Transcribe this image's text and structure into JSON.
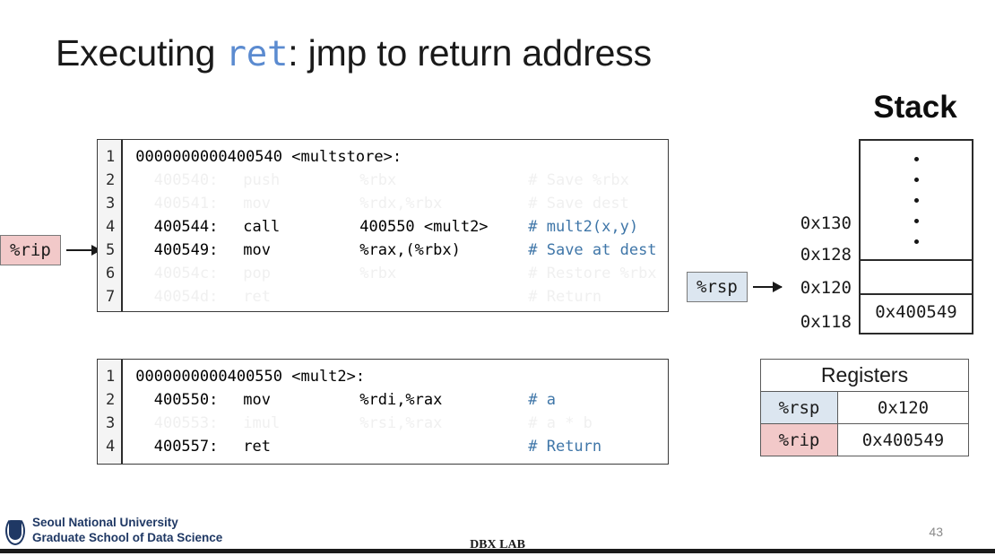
{
  "slide": {
    "title_prefix": "Executing ",
    "title_mono": "ret",
    "title_suffix": ": jmp to return address",
    "page_number": "43"
  },
  "code_blocks": [
    {
      "id": "multstore",
      "lines": [
        {
          "num": "1",
          "addr": "0000000000400540 <multstore>:",
          "op": "",
          "args": "",
          "comment": "",
          "faded": false,
          "header": true
        },
        {
          "num": "2",
          "addr": "400540:",
          "op": "push",
          "args": "%rbx",
          "comment": "# Save %rbx",
          "faded": true,
          "header": false
        },
        {
          "num": "3",
          "addr": "400541:",
          "op": "mov",
          "args": "%rdx,%rbx",
          "comment": "# Save dest",
          "faded": true,
          "header": false
        },
        {
          "num": "4",
          "addr": "400544:",
          "op": "call",
          "args": "400550 <mult2>",
          "comment": "# mult2(x,y)",
          "faded": false,
          "header": false
        },
        {
          "num": "5",
          "addr": "400549:",
          "op": "mov",
          "args": "%rax,(%rbx)",
          "comment": "# Save at dest",
          "faded": false,
          "header": false
        },
        {
          "num": "6",
          "addr": "40054c:",
          "op": "pop",
          "args": "%rbx",
          "comment": "# Restore %rbx",
          "faded": true,
          "header": false
        },
        {
          "num": "7",
          "addr": "40054d:",
          "op": "ret",
          "args": "",
          "comment": "# Return",
          "faded": true,
          "header": false
        }
      ]
    },
    {
      "id": "mult2",
      "lines": [
        {
          "num": "1",
          "addr": "0000000000400550 <mult2>:",
          "op": "",
          "args": "",
          "comment": "",
          "faded": false,
          "header": true
        },
        {
          "num": "2",
          "addr": "400550:",
          "op": "mov",
          "args": "%rdi,%rax",
          "comment": "# a",
          "faded": false,
          "header": false
        },
        {
          "num": "3",
          "addr": "400553:",
          "op": "imul",
          "args": "%rsi,%rax",
          "comment": "# a * b",
          "faded": true,
          "header": false
        },
        {
          "num": "4",
          "addr": "400557:",
          "op": "ret",
          "args": "",
          "comment": "# Return",
          "faded": false,
          "header": false
        }
      ]
    }
  ],
  "rip_pointer": {
    "label": "%rip"
  },
  "stack": {
    "heading": "Stack",
    "addresses": [
      "0x130",
      "0x128",
      "0x120",
      "0x118"
    ],
    "cells": {
      "dots_count": 5,
      "empty_cell": "",
      "value_cell": "0x400549"
    },
    "rsp_pointer_label": "%rsp"
  },
  "registers": {
    "header": "Registers",
    "rows": [
      {
        "name": "%rsp",
        "value": "0x120"
      },
      {
        "name": "%rip",
        "value": "0x400549"
      }
    ]
  },
  "footer": {
    "logo_line1": "Seoul National University",
    "logo_line2": "Graduate School of Data Science",
    "center_text": "DBX LAB"
  },
  "colors": {
    "accent_blue": "#5b8bd0",
    "comment_blue": "#3f76a8",
    "rsp_bg": "#dce6f0",
    "rip_bg": "#f2c9c9",
    "logo_navy": "#1f3864"
  }
}
